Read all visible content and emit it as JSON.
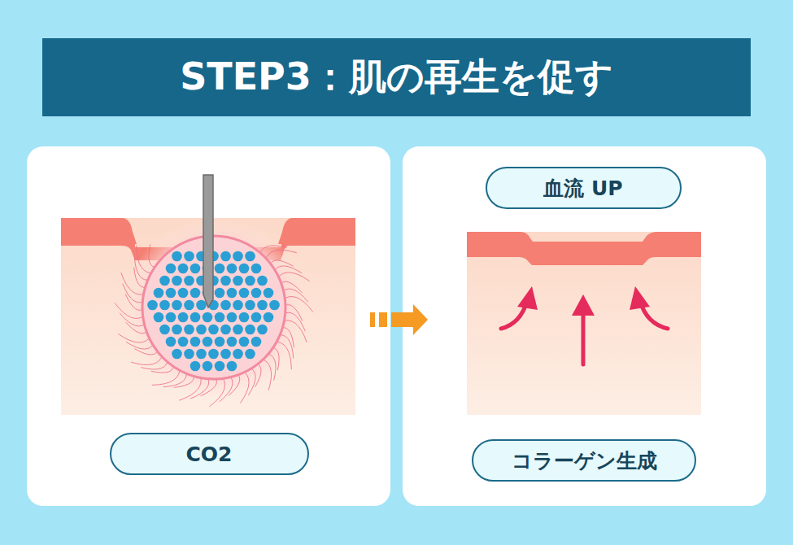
{
  "diagram": {
    "title": "STEP3：肌の再生を促す",
    "nodes": [
      {
        "text": [
          "CO2"
        ]
      },
      {
        "text": [
          "血流 UP"
        ]
      },
      {
        "text": [
          "コラーゲン生成"
        ]
      }
    ]
  }
}
